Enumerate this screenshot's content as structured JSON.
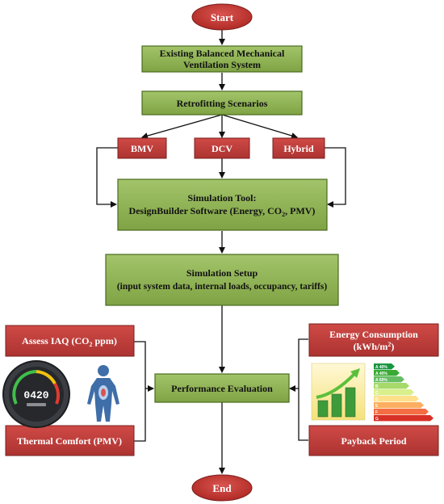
{
  "colors": {
    "start_end_fill": "#c0392b",
    "green_fill": "#8fb356",
    "green_stroke": "#4a6b1f",
    "red_fill": "#c0413e",
    "red_stroke": "#7a1f1d",
    "arrow": "#111111"
  },
  "nodes": {
    "start": "Start",
    "existing_line1": "Existing Balanced Mechanical",
    "existing_line2": "Ventilation System",
    "retrofitting": "Retrofitting Scenarios",
    "bmv": "BMV",
    "dcv": "DCV",
    "hybrid": "Hybrid",
    "sim_tool_line1": "Simulation Tool:",
    "sim_tool_line2_pre": "DesignBuilder Software (Energy, CO",
    "sim_tool_line2_sub": "2",
    "sim_tool_line2_post": ", PMV)",
    "sim_setup_line1": "Simulation Setup",
    "sim_setup_line2": "(input system data, internal loads, occupancy, tariffs)",
    "perf_eval": "Performance Evaluation",
    "assess_iaq_pre": "Assess IAQ (CO",
    "assess_iaq_sub": "2",
    "assess_iaq_post": " ppm)",
    "thermal_comfort": "Thermal Comfort (PMV)",
    "energy_line1": "Energy Consumption",
    "energy_line2_pre": "(kWh/m",
    "energy_line2_sup": "2",
    "energy_line2_post": ")",
    "payback": "Payback Period",
    "end": "End"
  },
  "illustrations": {
    "co2_monitor_reading": "0420",
    "energy_label_classes": [
      "A 40%",
      "A 40%",
      "A 60%",
      "B",
      "C",
      "D",
      "E",
      "F",
      "G"
    ]
  },
  "icons": [
    "co2-monitor-icon",
    "human-body-icon",
    "energy-growth-chart-icon",
    "energy-rating-label-icon"
  ]
}
